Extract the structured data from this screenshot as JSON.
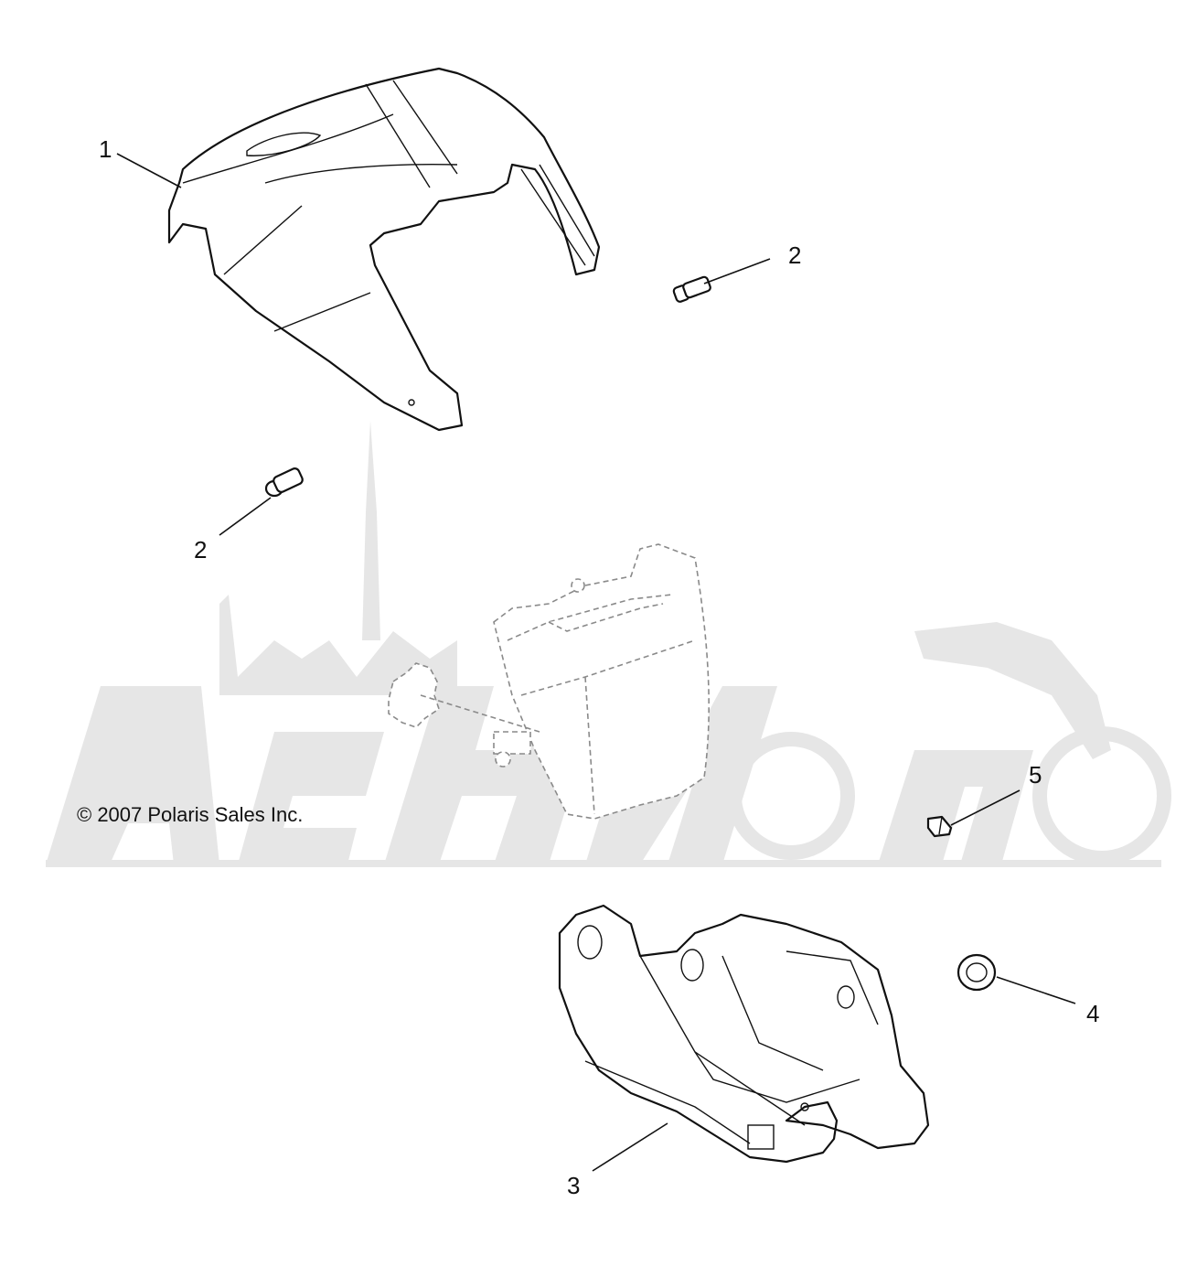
{
  "copyright": "© 2007 Polaris Sales Inc.",
  "callouts": [
    {
      "id": "c1",
      "label": "1"
    },
    {
      "id": "c2a",
      "label": "2"
    },
    {
      "id": "c2b",
      "label": "2"
    },
    {
      "id": "c3",
      "label": "3"
    },
    {
      "id": "c4",
      "label": "4"
    },
    {
      "id": "c5",
      "label": "5"
    }
  ],
  "colors": {
    "line": "#111111",
    "watermark": "#e6e6e6",
    "background": "#ffffff"
  }
}
